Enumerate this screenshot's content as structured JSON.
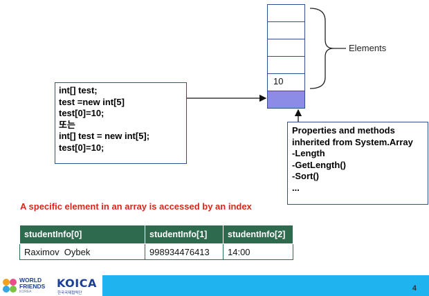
{
  "diagram": {
    "elements_label": "Elements",
    "cell_value": "10",
    "code_lines": [
      "int[] test;",
      "test =new int[5]",
      "test[0]=10;",
      "또는",
      "int[] test = new int[5];",
      "test[0]=10;"
    ],
    "props_lines": [
      "Properties and methods",
      "inherited from System.Array",
      "-Length",
      "-GetLength()",
      "-Sort()",
      "..."
    ],
    "colors": {
      "highlight_cell": "#8c8ce6",
      "border": "#2f4f8f",
      "caption": "#d9261c",
      "table_header": "#2e6a4d",
      "footer": "#1fb3ef"
    }
  },
  "caption": "A specific element in an array is accessed by an index",
  "table": {
    "headers": [
      "studentInfo[0]",
      "studentInfo[1]",
      "studentInfo[2]"
    ],
    "row": [
      "Raximov  Oybek",
      "998934476413",
      "14:00"
    ]
  },
  "footer": {
    "logo_world_friends": "WORLD FRIENDS",
    "logo_world_friends_sub": "KOREA",
    "logo_koica": "KOICA",
    "logo_koica_sub": "한국국제협력단",
    "page_number": "4"
  }
}
